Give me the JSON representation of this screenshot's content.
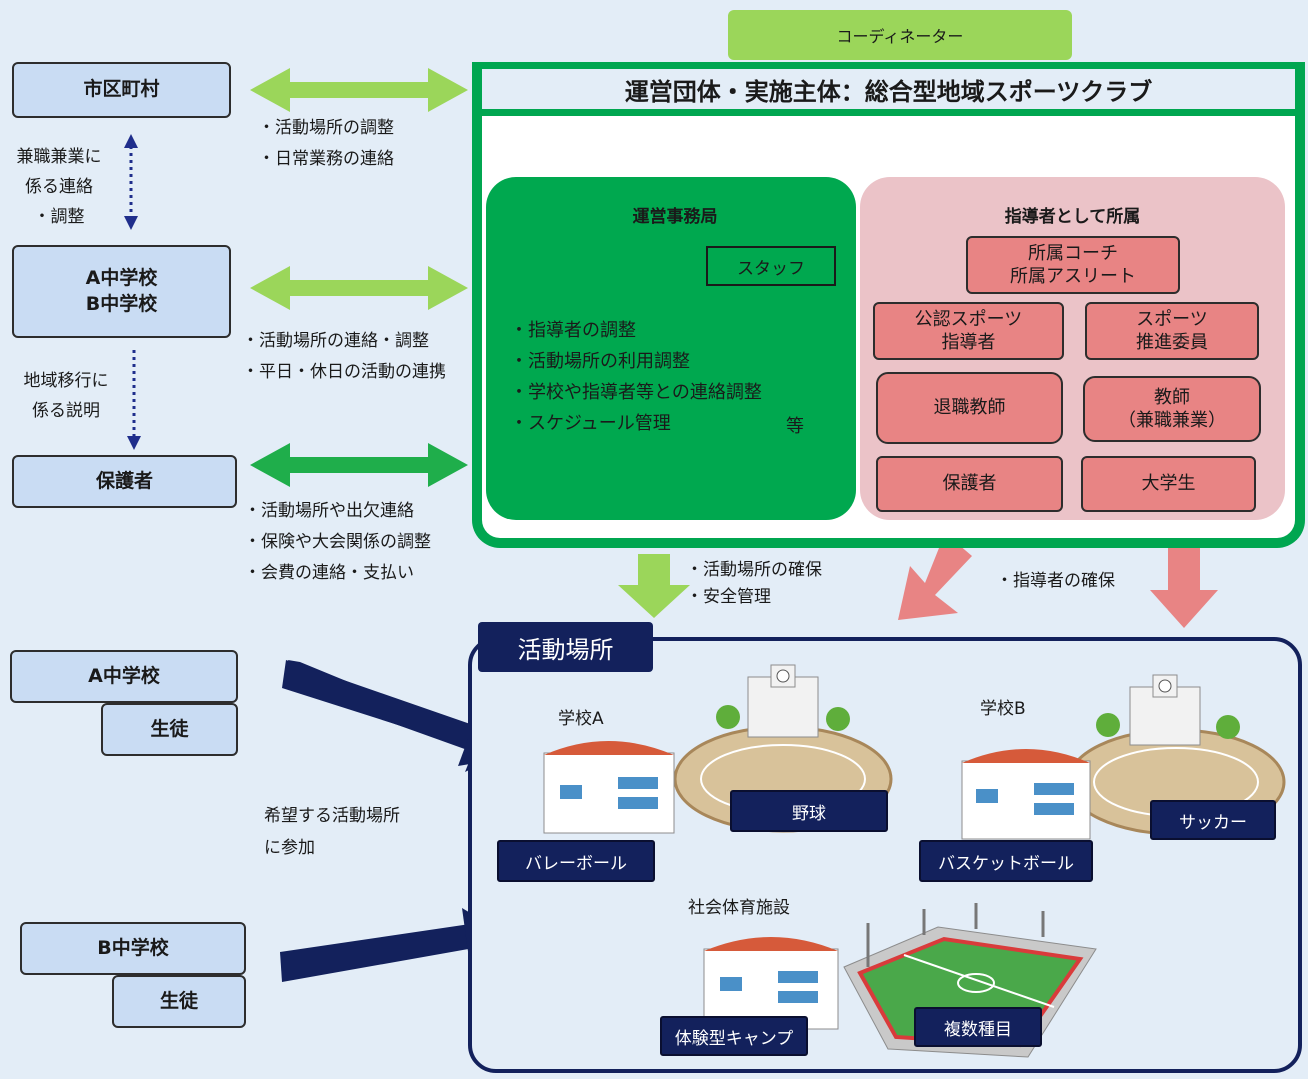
{
  "coordinator": "コーディネーター",
  "org_title": "運営団体・実施主体：総合型地域スポーツクラブ",
  "left": {
    "municipality": "市区町村",
    "municipality_note": [
      "兼職兼業に",
      "係る連絡",
      "・調整"
    ],
    "schools": [
      "A中学校",
      "B中学校"
    ],
    "schools_note": [
      "地域移行に",
      "係る説明"
    ],
    "guardians": "保護者"
  },
  "arrow_notes": {
    "municipality": [
      "・活動場所の調整",
      "・日常業務の連絡"
    ],
    "schools": [
      "・活動場所の連絡・調整",
      "・平日・休日の活動の連携"
    ],
    "guardians": [
      "・活動場所や出欠連絡",
      "・保険や大会関係の調整",
      "・会費の連絡・支払い"
    ]
  },
  "office": {
    "title": "運営事務局",
    "staff": "スタッフ",
    "tasks": [
      "・指導者の調整",
      "・活動場所の利用調整",
      "・学校や指導者等との連絡調整",
      "・スケジュール管理"
    ],
    "etc": "等"
  },
  "instructors": {
    "title": "指導者として所属",
    "items": [
      "所属コーチ",
      "所属アスリート",
      "公認スポーツ",
      "指導者",
      "スポーツ",
      "推進委員",
      "退職教師",
      "教師",
      "（兼職兼業）",
      "保護者",
      "大学生"
    ]
  },
  "down_notes": {
    "green": [
      "・活動場所の確保",
      "・安全管理"
    ],
    "pink": "・指導者の確保"
  },
  "venue": {
    "title": "活動場所",
    "school_a": "学校A",
    "school_b": "学校B",
    "community": "社会体育施設",
    "activities": [
      "野球",
      "バレーボール",
      "サッカー",
      "バスケットボール",
      "体験型キャンプ",
      "複数種目"
    ]
  },
  "students": {
    "school_a": "A中学校",
    "school_b": "B中学校",
    "label": "生徒",
    "join_note": [
      "希望する活動場所",
      "に参加"
    ]
  },
  "colors": {
    "light_green": "#9bd65a",
    "org_green": "#00a650",
    "dark_green": "#00a84f",
    "pink_bg": "#ebc3c8",
    "pink_box": "#e88484",
    "navy": "#13215c",
    "light_blue": "#c9dcf3"
  }
}
